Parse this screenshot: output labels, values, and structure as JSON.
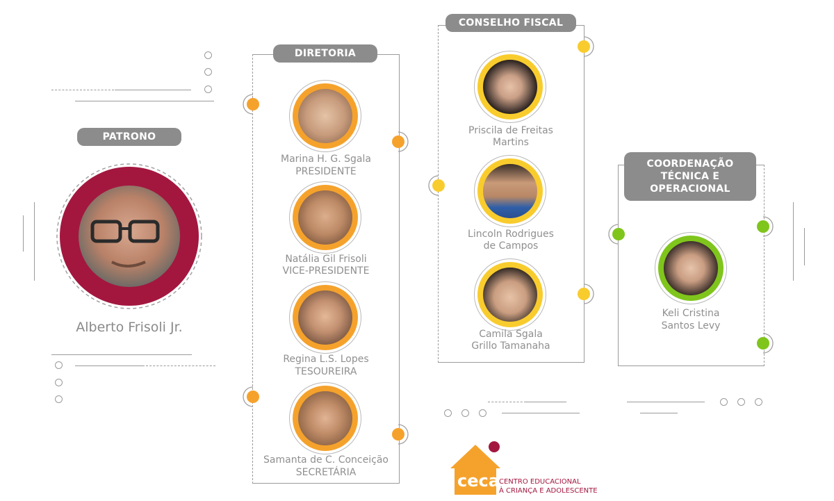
{
  "patrono": {
    "label": "PATRONO",
    "name": "Alberto Frisoli Jr."
  },
  "diretoria": {
    "label": "DIRETORIA",
    "members": [
      {
        "name": "Marina H. G. Sgala",
        "role": "PRESIDENTE"
      },
      {
        "name": "Natália Gil Frisoli",
        "role": "VICE-PRESIDENTE"
      },
      {
        "name": "Regina L.S. Lopes",
        "role": "TESOUREIRA"
      },
      {
        "name": "Samanta de C. Conceição",
        "role": "SECRETÁRIA"
      }
    ]
  },
  "conselho": {
    "label": "CONSELHO FISCAL",
    "members": [
      {
        "line1": "Priscila de Freitas",
        "line2": "Martins"
      },
      {
        "line1": "Lincoln Rodrigues",
        "line2": "de Campos"
      },
      {
        "line1": "Camila Sgala",
        "line2": "Grillo Tamanaha"
      }
    ]
  },
  "coordenacao": {
    "label_line1": "COORDENAÇÃO",
    "label_line2": "TÉCNICA E",
    "label_line3": "OPERACIONAL",
    "member": {
      "line1": "Keli Cristina",
      "line2": "Santos Levy"
    }
  },
  "logo": {
    "mark": "ceca",
    "line1": "CENTRO EDUCACIONAL",
    "line2": "À CRIANÇA E ADOLESCENTE"
  },
  "colors": {
    "orange": "#f5a22c",
    "yellow": "#f9cc2e",
    "green": "#7fc51c",
    "maroon": "#a3173f",
    "gray": "#8c8c8c"
  }
}
